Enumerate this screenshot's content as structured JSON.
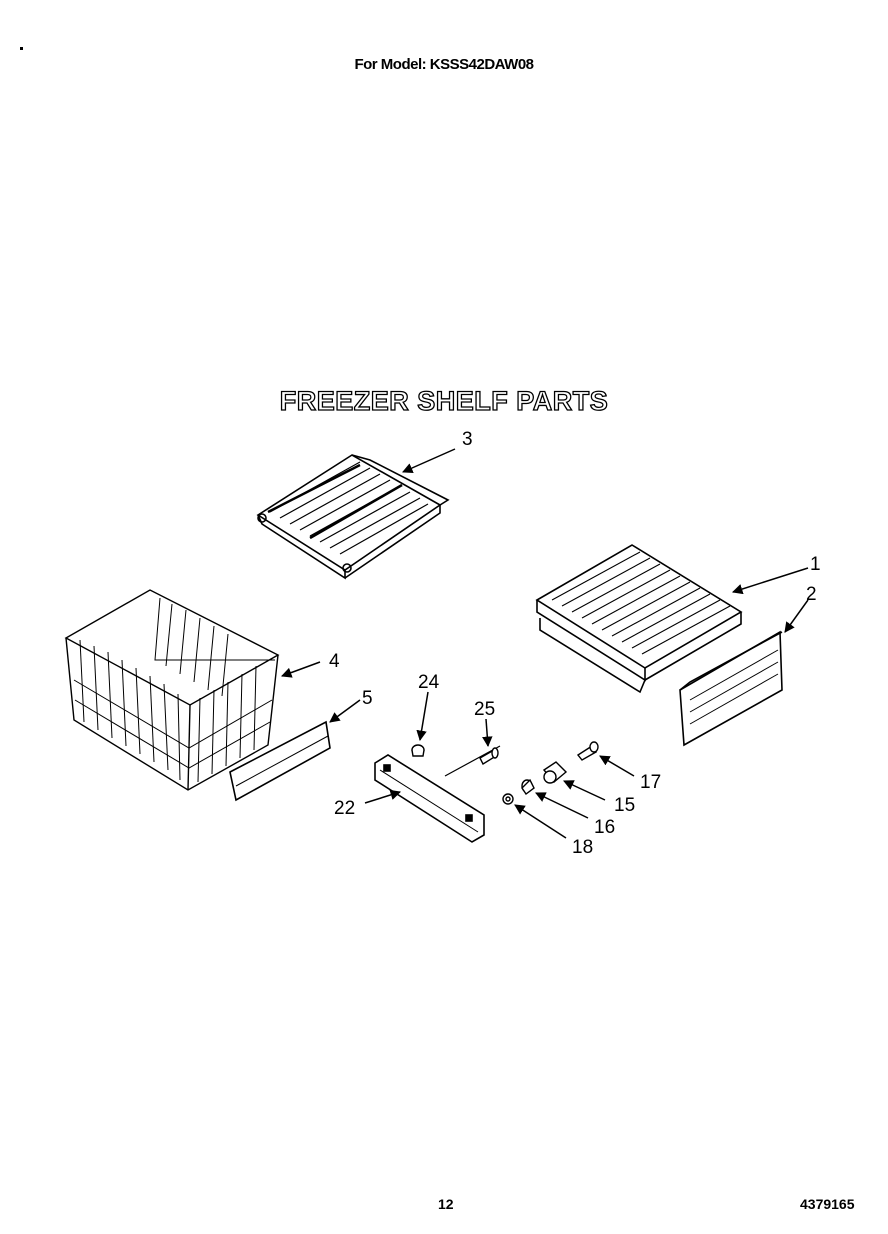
{
  "header": {
    "model_label": "For Model: KSSS42DAW08"
  },
  "title": "FREEZER SHELF PARTS",
  "callouts": [
    "1",
    "2",
    "3",
    "4",
    "5",
    "15",
    "16",
    "17",
    "18",
    "22",
    "24",
    "25"
  ],
  "footer": {
    "page_number": "12",
    "document_number": "4379165"
  }
}
